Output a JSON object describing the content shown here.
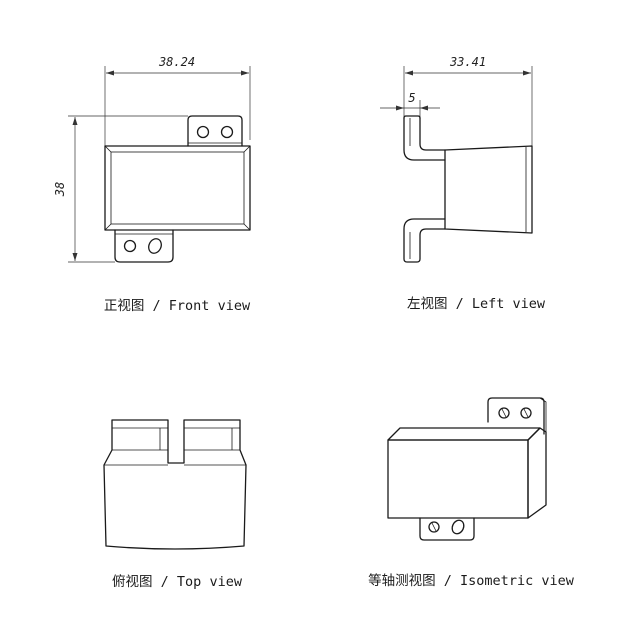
{
  "views": {
    "front": {
      "caption": "正视图 / Front view",
      "dim_width": "38.24",
      "dim_height": "38"
    },
    "left": {
      "caption": "左视图 / Left view",
      "dim_width": "33.41",
      "dim_small": "5"
    },
    "top": {
      "caption": "俯视图 / Top view"
    },
    "iso": {
      "caption": "等轴测视图 / Isometric view"
    }
  }
}
